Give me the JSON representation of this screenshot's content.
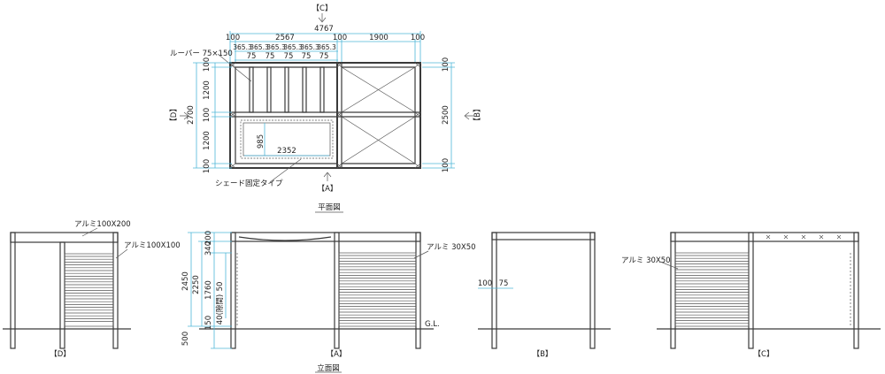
{
  "plan": {
    "view_c": "【C】",
    "view_d": "【D】",
    "view_b": "【B】",
    "view_a": "【A】",
    "caption": "平面図",
    "dims_top": {
      "overall": "4767",
      "left_post": "100",
      "left_span": "2567",
      "mid_post": "100",
      "right_span": "1900",
      "right_post": "100",
      "louver_pitch": [
        "365.3",
        "365.3",
        "365.3",
        "365.3",
        "365.3",
        "365.3"
      ],
      "louver_width": [
        "75",
        "75",
        "75",
        "75",
        "75"
      ]
    },
    "dims_left": {
      "overall": "2700",
      "seg": [
        "100",
        "1200",
        "100",
        "1200",
        "100"
      ]
    },
    "dims_right": {
      "overall": "2500",
      "seg": [
        "100",
        "100"
      ]
    },
    "inner": {
      "width": "2352",
      "depth": "985"
    },
    "label_louver": "ルーバー 75×150",
    "label_shade": "シェード固定タイプ"
  },
  "elevations": {
    "caption": "立面図",
    "view_d": {
      "tag": "【D】",
      "label_beam": "アルミ100X200",
      "label_post": "アルミ100X100"
    },
    "view_a": {
      "tag": "【A】",
      "label_slat": "アルミ 30X50",
      "gl": "G.L.",
      "dims": [
        "2450",
        "2250",
        "200",
        "340",
        "1760",
        "50",
        "40(隙間)",
        "150",
        "500"
      ]
    },
    "view_b": {
      "tag": "【B】",
      "dims": [
        "100",
        "75"
      ]
    },
    "view_c": {
      "tag": "【C】",
      "label_slat": "アルミ 30X50"
    }
  }
}
